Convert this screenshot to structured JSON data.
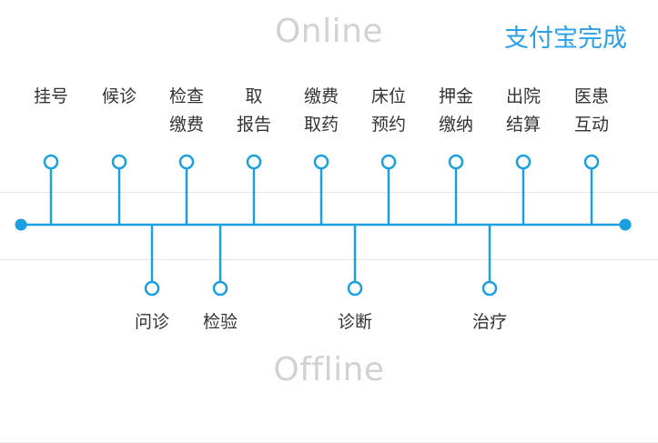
{
  "titles": {
    "online": "Online",
    "offline": "Offline"
  },
  "alipay_label": "支付宝完成",
  "online_steps": [
    {
      "line1": "挂号",
      "line2": ""
    },
    {
      "line1": "候诊",
      "line2": ""
    },
    {
      "line1": "检查",
      "line2": "缴费"
    },
    {
      "line1": "取",
      "line2": "报告"
    },
    {
      "line1": "缴费",
      "line2": "取药"
    },
    {
      "line1": "床位",
      "line2": "预约"
    },
    {
      "line1": "押金",
      "line2": "缴纳"
    },
    {
      "line1": "出院",
      "line2": "结算"
    },
    {
      "line1": "医患",
      "line2": "互动"
    }
  ],
  "offline_steps": [
    {
      "label": "问诊"
    },
    {
      "label": "检验"
    },
    {
      "label": "诊断"
    },
    {
      "label": "治疗"
    }
  ],
  "colors": {
    "accent": "#1aa0e0",
    "title_gray": "#d2d2d2",
    "text": "#333333"
  }
}
